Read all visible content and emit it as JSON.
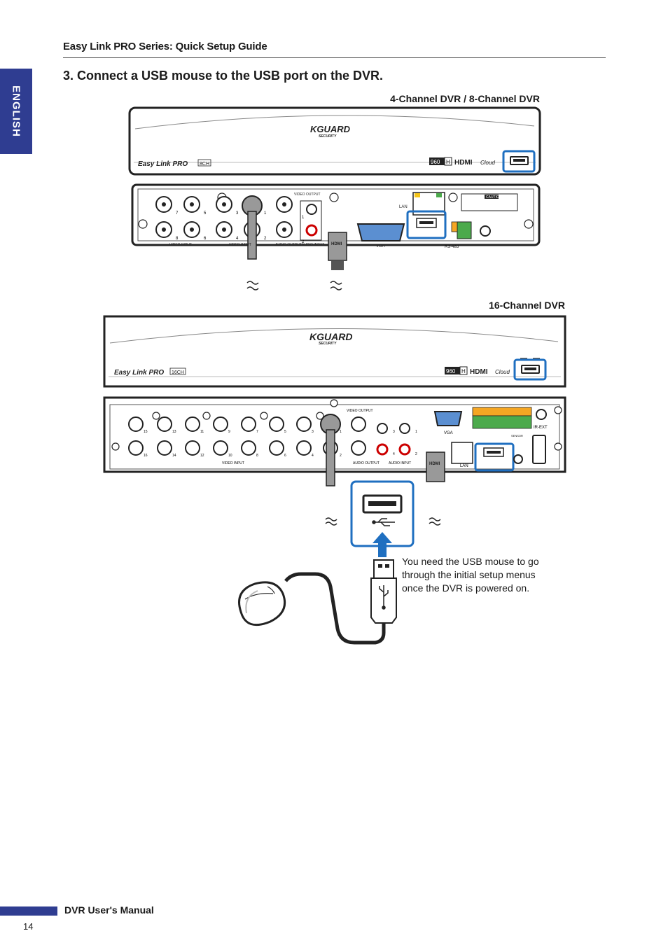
{
  "header": {
    "title": "Easy Link PRO Series: Quick Setup Guide"
  },
  "side_tab": {
    "label": "ENGLISH"
  },
  "step": {
    "title": "3. Connect a USB mouse to the USB port on the DVR."
  },
  "section_4_8": {
    "label": "4-Channel DVR / 8-Channel DVR",
    "front": {
      "brand": "KGUARD",
      "brand_sub": "SECURITY",
      "model": "Easy Link PRO",
      "channels": "8CH",
      "badge_960": "960",
      "badge_h": "H",
      "hdmi": "HDMI",
      "cloud": "Cloud"
    },
    "rear": {
      "video_output": "VIDEO OUTPUT",
      "video_input": "VIDEO INPUT",
      "audio_output": "AUDIO OUTPUT",
      "audio_input": "AUDIO INPUT",
      "lan": "LAN",
      "vga": "VGA",
      "rs485": "RS-485",
      "caution": "CAUTION",
      "hdmi_plug": "HDMI",
      "input_numbers_top": [
        "7",
        "5",
        "3",
        "1"
      ],
      "input_numbers_bottom": [
        "8",
        "6",
        "4",
        "2"
      ],
      "audio_numbers": [
        "1",
        "2"
      ]
    }
  },
  "section_16": {
    "label": "16-Channel DVR",
    "front": {
      "brand": "KGUARD",
      "brand_sub": "SECURITY",
      "model": "Easy Link PRO",
      "channels": "16CH",
      "badge_960": "960",
      "badge_h": "H",
      "hdmi": "HDMI",
      "cloud": "Cloud"
    },
    "rear": {
      "video_output": "VIDEO OUTPUT",
      "video_input": "VIDEO INPUT",
      "audio_output": "AUDIO OUTPUT",
      "audio_input": "AUDIO INPUT",
      "lan": "LAN",
      "vga": "VGA",
      "ir_ext": "IR-EXT",
      "sensor": "SENSOR",
      "hdmi_plug": "HDMI",
      "input_numbers_top": [
        "15",
        "13",
        "11",
        "9",
        "7",
        "5",
        "3",
        "1"
      ],
      "input_numbers_bottom": [
        "16",
        "14",
        "12",
        "10",
        "8",
        "6",
        "4",
        "2"
      ],
      "audio_numbers": [
        "3",
        "1",
        "4",
        "2"
      ]
    }
  },
  "note": {
    "text": "You need the USB mouse to go through the initial setup menus once the DVR is powered on."
  },
  "footer": {
    "manual_title": "DVR User's Manual",
    "page_number": "14"
  },
  "colors": {
    "accent_blue": "#2f3d91",
    "highlight_blue": "#1f6fc0",
    "panel": "#ffffff",
    "outline": "#222222"
  }
}
